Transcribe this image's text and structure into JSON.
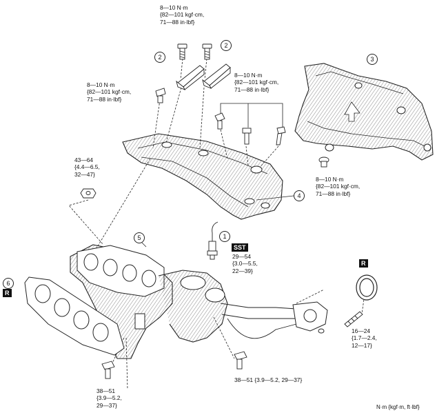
{
  "torque_specs": {
    "top_bolts": [
      "8—10 N·m",
      "{82—101 kgf·cm,",
      "71—88 in·lbf}"
    ],
    "left_bolt": [
      "8—10 N·m",
      "{82—101 kgf·cm,",
      "71—88 in·lbf}"
    ],
    "center_bolts": [
      "8—10 N·m",
      "{82—101 kgf·cm,",
      "71—88 in·lbf}"
    ],
    "right_bolt": [
      "8—10 N·m",
      "{82—101 kgf·cm,",
      "71—88 in·lbf}"
    ],
    "nut": [
      "43—64",
      "{4.4—6.5,",
      "32—47}"
    ],
    "sensor": [
      "29—54",
      "{3.0—5.5,",
      "22—39}"
    ],
    "stud": [
      "16—24",
      "{1.7—2.4,",
      "12—17}"
    ],
    "bottom_left": [
      "38—51",
      "{3.9—5.2,",
      "29—37}"
    ],
    "bottom_center": "38—51 {3.9—5.2, 29—37}"
  },
  "callouts": {
    "c1": "1",
    "c2a": "2",
    "c2b": "2",
    "c3": "3",
    "c4": "4",
    "c5": "5",
    "c6": "6"
  },
  "badges": {
    "sst": "SST",
    "replace_left": "R",
    "replace_right": "R"
  },
  "units_note": "N·m {kgf·m, ft·lbf}"
}
